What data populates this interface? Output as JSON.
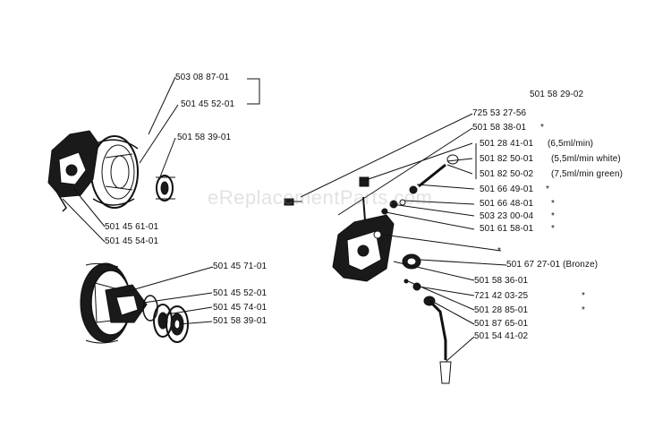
{
  "watermark": "eReplacementParts.com",
  "colors": {
    "ink": "#111111",
    "paper": "#ffffff",
    "watermark": "#969696"
  },
  "left_top": {
    "parts": [
      "503 08 87-01",
      "501 45 52-01",
      "501 58 39-01",
      "501 45 61-01",
      "501 45 54-01"
    ]
  },
  "left_bottom": {
    "parts": [
      "501 45 71-01",
      "501 45 52-01",
      "501 45 74-01",
      "501 58 39-01"
    ]
  },
  "right": {
    "header": "501 58 29-02",
    "parts": [
      "725 53 27-56",
      "501 58 38-01",
      "501 28 41-01",
      "(6,5ml/min)",
      "501 82 50-01",
      "(5,5ml/min white)",
      "501 82 50-02",
      "(7,5ml/min green)",
      "501 66 49-01",
      "501 66 48-01",
      "503 23 00-04",
      "501 61 58-01",
      "501 67 27-01 (Bronze)",
      "501 58 36-01",
      "721 42 03-25",
      "501 28 85-01",
      "501 87 65-01",
      "501 54 41-02"
    ]
  }
}
